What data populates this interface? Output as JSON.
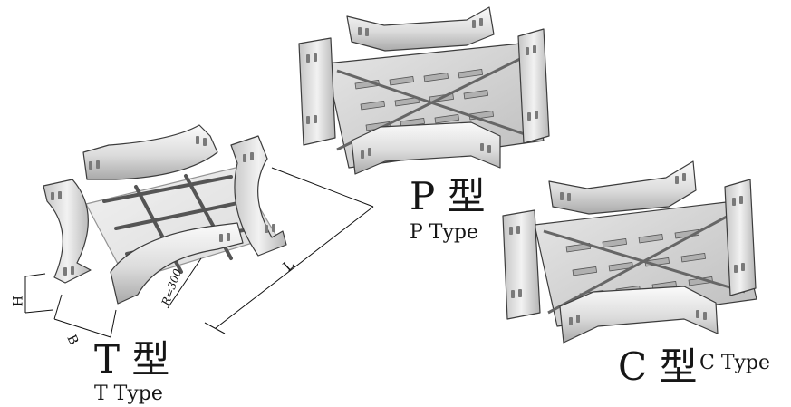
{
  "p_type": {
    "main": "P 型",
    "sub": "P Type"
  },
  "t_type": {
    "main": "T 型",
    "sub": "T Type"
  },
  "c_type": {
    "main": "C 型",
    "sub": "C Type"
  },
  "dimensions": {
    "h": "H",
    "b": "B",
    "l": "L",
    "r": "R=300"
  },
  "colors": {
    "metal_light": "#f4f4f4",
    "metal_mid": "#d8d8d8",
    "metal_dark": "#9a9a9a",
    "outline": "#3c3c3c",
    "text": "#161616"
  }
}
